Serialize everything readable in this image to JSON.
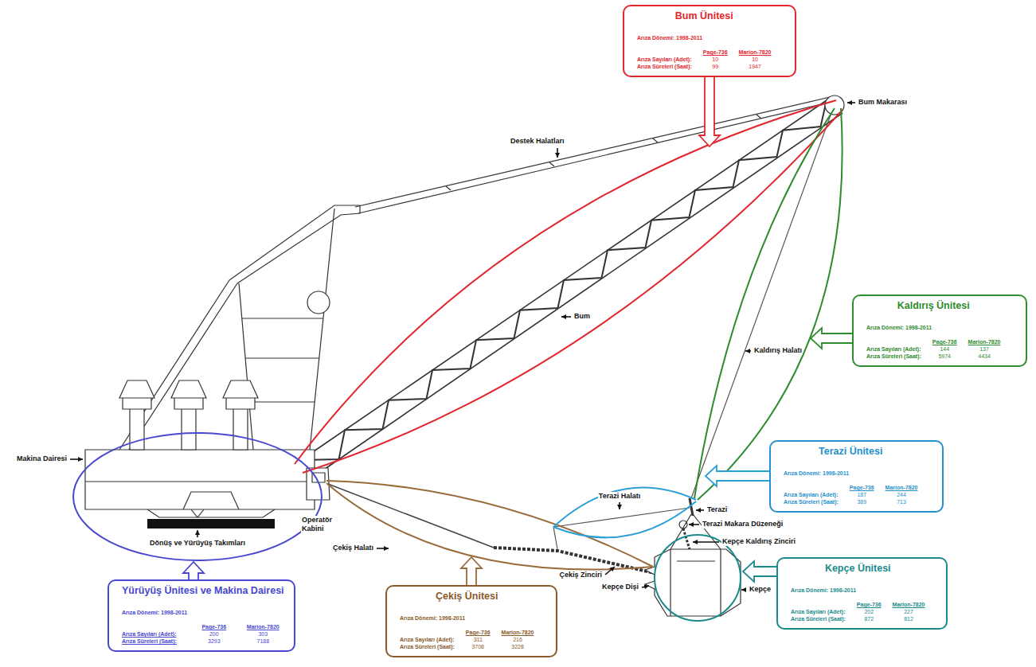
{
  "diagram": {
    "nodes": [
      {
        "text": [
          "Bum Ünitesi",
          "Arıza Dönemi: 1998-2011",
          "Page-736",
          "Marion-7820",
          "Arıza Sayıları (Adet):",
          "10",
          "10",
          "Arıza Süreleri (Saat):",
          "99",
          "1947"
        ]
      },
      {
        "text": [
          "Kaldırış Ünitesi",
          "Arıza Dönemi: 1998-2011",
          "Page-736",
          "Marion-7820",
          "Arıza Sayıları (Adet):",
          "144",
          "137",
          "Arıza Süreleri (Saat):",
          "5974",
          "4434"
        ]
      },
      {
        "text": [
          "Terazi Ünitesi",
          "Arıza Dönemi: 1998-2011",
          "Page-736",
          "Marion-7820",
          "Arıza Sayıları (Adet):",
          "187",
          "244",
          "Arıza Süreleri (Saat):",
          "389",
          "713"
        ]
      },
      {
        "text": [
          "Kepçe Ünitesi",
          "Arıza Dönemi: 1998-2011",
          "Page-736",
          "Marion-7820",
          "Arıza Sayıları (Adet):",
          "202",
          "227",
          "Arıza Süreleri (Saat):",
          "872",
          "812"
        ]
      },
      {
        "text": [
          "Yürüyüş Ünitesi ve Makina Dairesi",
          "Arıza Dönemi: 1998-2011",
          "Page-736",
          "Marion-7820",
          "Arıza Sayıları (Adet):",
          "200",
          "303",
          "Arıza Süreleri (Saat):",
          "3293",
          "7188"
        ]
      },
      {
        "text": [
          "Çekiş Ünitesi",
          "Arıza Dönemi: 1998-2011",
          "Page-736",
          "Marion-7820",
          "Arıza Sayıları (Adet):",
          "311",
          "216",
          "Arıza Süreleri (Saat):",
          "3708",
          "3228"
        ]
      }
    ],
    "labels": [
      "Bum Makarası",
      "Destek Halatları",
      "Bum",
      "Kaldırış Halatı",
      "Makina Dairesi",
      "Operatör Kabini",
      "Çekiş Halatı",
      "Dönüş ve Yürüyüş Takımları",
      "Terazi Halatı",
      "Terazi",
      "Terazi Makara Düzeneği",
      "Kepçe Kaldırış Zinciri",
      "Çekiş Zinciri",
      "Kepçe Dişi",
      "Kepçe"
    ]
  }
}
